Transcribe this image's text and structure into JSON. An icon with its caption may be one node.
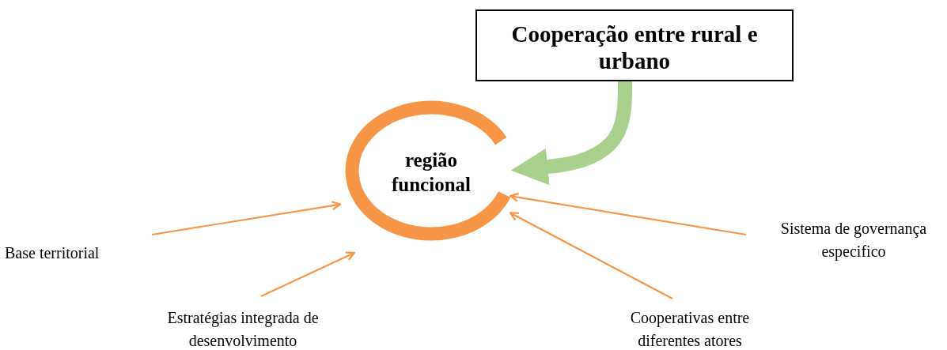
{
  "diagram": {
    "nodes": [
      {
        "text": [
          "Cooperação entre rural e urbano"
        ]
      },
      {
        "text": [
          "região funcional"
        ]
      },
      {
        "text": [
          "Base territorial"
        ]
      },
      {
        "text": [
          "Estratégias integrada de desenvolvimento"
        ]
      },
      {
        "text": [
          "Sistema de governança especifico"
        ]
      },
      {
        "text": [
          "Cooperativas entre diferentes atores"
        ]
      }
    ],
    "edges": [
      {
        "from": 0,
        "to": 1,
        "arrow": "to",
        "style": "thick",
        "color": "#a9d18e"
      },
      {
        "from": 2,
        "to": 1,
        "arrow": "to"
      },
      {
        "from": 3,
        "to": 1,
        "arrow": "to"
      },
      {
        "from": 4,
        "to": 1,
        "arrow": "to"
      },
      {
        "from": 5,
        "to": 1,
        "arrow": "to"
      }
    ]
  }
}
